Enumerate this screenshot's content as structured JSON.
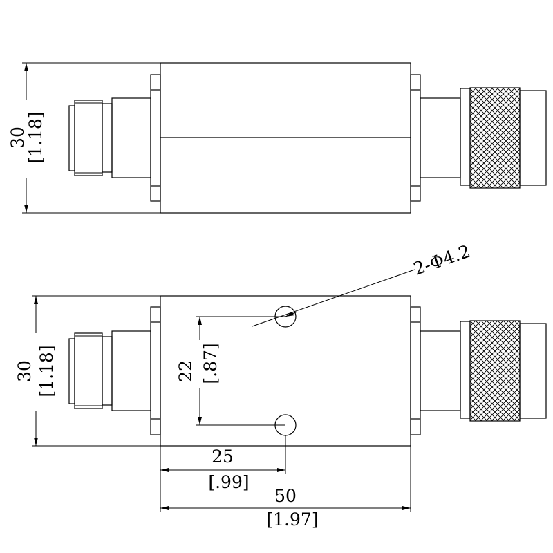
{
  "top_view": {
    "height_mm": "30",
    "height_in": "[1.18]"
  },
  "bottom_view": {
    "height_mm": "30",
    "height_in": "[1.18]",
    "hole_spacing_mm": "22",
    "hole_spacing_in": "[.87]",
    "hole_offset_mm": "25",
    "hole_offset_in": "[.99]",
    "length_mm": "50",
    "length_in": "[1.97]",
    "hole_callout": "2-Φ4.2"
  },
  "colors": {
    "line": "#000000",
    "background": "#ffffff"
  }
}
